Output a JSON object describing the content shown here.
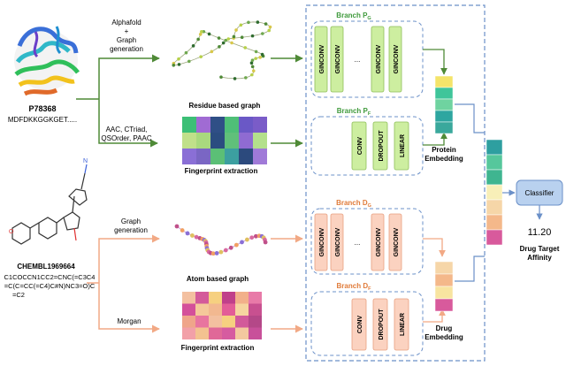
{
  "protein": {
    "id": "P78368",
    "sequence": "MDFDKKGGKGET.....",
    "route_graph": [
      "Alphafold",
      "+",
      "Graph",
      "generation"
    ],
    "route_fp": [
      "AAC, CTriad,",
      "QSOrder, PAAC"
    ],
    "graph_caption": "Residue based graph",
    "fp_caption": "Fingerprint extraction",
    "fp_colors": [
      "#3cbf76",
      "#a06bd3",
      "#2f4f86",
      "#4fbf77",
      "#6a58c6",
      "#7a5cc8",
      "#c0e08a",
      "#a9d97e",
      "#2b4d80",
      "#60c07a",
      "#8f6bd2",
      "#b4e08c",
      "#8a6fd6",
      "#7a66c4",
      "#5bbf76",
      "#3c9fa0",
      "#2c4a7d",
      "#a07ad8"
    ]
  },
  "drug": {
    "id": "CHEMBL1969664",
    "smiles": [
      "C1COCCN1CC2=CNC(=C3C4",
      "=C(C=CC(=C4)C#N)NC3=O)C",
      "=C2"
    ],
    "route_graph": [
      "Graph",
      "generation"
    ],
    "route_fp": "Morgan",
    "graph_caption": "Atom based graph",
    "fp_caption": "Fingerprint extraction",
    "fp_colors": [
      "#f3c0a0",
      "#d45a9a",
      "#f6d080",
      "#c0408a",
      "#f2b08a",
      "#e87aa8",
      "#d4509a",
      "#f5c89a",
      "#f2b890",
      "#e35d97",
      "#f6d5a0",
      "#c85090",
      "#efa58a",
      "#e8759f",
      "#f3c0a0",
      "#f6d080",
      "#d25a9a",
      "#b44888",
      "#f2a0a8",
      "#f3c290",
      "#e06898",
      "#d65ba0",
      "#f3c89f",
      "#c8509a"
    ]
  },
  "branches": {
    "pg": {
      "title_main": "Branch P",
      "title_sub": "G",
      "layers": [
        "GINCONV",
        "GINCONV",
        "GINCONV",
        "GINCONV"
      ],
      "dots": "..."
    },
    "pf": {
      "title_main": "Branch P",
      "title_sub": "F",
      "layers": [
        "CONV",
        "DROPOUT",
        "LINEAR"
      ]
    },
    "dg": {
      "title_main": "Branch D",
      "title_sub": "G",
      "layers": [
        "GINCONV",
        "GINCONV",
        "GINCONV",
        "GINCONV"
      ],
      "dots": "..."
    },
    "df": {
      "title_main": "Branch D",
      "title_sub": "F",
      "layers": [
        "CONV",
        "DROPOUT",
        "LINEAR"
      ]
    }
  },
  "protein_embedding": {
    "label": [
      "Protein",
      "Embedding"
    ],
    "colors": [
      "#f4e46a",
      "#3fc59a",
      "#6fd3a0",
      "#2ea6a0",
      "#3aa89c"
    ]
  },
  "drug_embedding": {
    "label": [
      "Drug",
      "Embedding"
    ],
    "colors": [
      "#f6d6a8",
      "#f4b88a",
      "#f8e4a0",
      "#d85a9c"
    ]
  },
  "combined_colors": [
    "#2e9fa0",
    "#56c79c",
    "#3fb590",
    "#f8efb8",
    "#f6d6a8",
    "#f4b88a",
    "#d85a9c"
  ],
  "classifier": {
    "label": "Classifier"
  },
  "output": {
    "value": "11.20",
    "label": [
      "Drug Target",
      "Affinity"
    ]
  },
  "colors": {
    "green_block": "#cdeea0",
    "green_line": "#4f8a37",
    "orange_block": "#fbd2c0",
    "orange_line": "#f2a985",
    "blue_frame": "#6b90c8",
    "branch_green": "#3f9a3c",
    "branch_orange": "#e07b39",
    "classifier": "#b9d1ef"
  }
}
